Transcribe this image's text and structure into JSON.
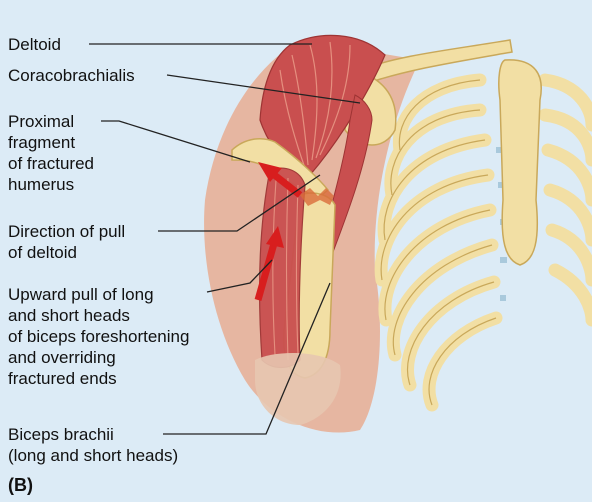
{
  "labels": {
    "deltoid": "Deltoid",
    "coracobrachialis": "Coracobrachialis",
    "proximal_fragment": "Proximal\nfragment\nof fractured\nhumerus",
    "direction_of_pull": "Direction of pull\nof deltoid",
    "upward_pull": "Upward pull of long\nand short heads\nof biceps foreshortening\nand overriding\nfractured ends",
    "biceps_brachii": "Biceps brachii\n(long and short heads)"
  },
  "panel_label": "(B)",
  "colors": {
    "background": "#dcebf6",
    "bone": "#f2dfa4",
    "bone_outline": "#c9a85a",
    "muscle": "#c94f4f",
    "muscle_light": "#e58f7f",
    "skin": "#e6a88c",
    "cartilage": "#a9c9dc",
    "arrow": "#d81e1e",
    "leader_line": "#222222"
  },
  "icons": [
    "red-arrow-icon"
  ]
}
